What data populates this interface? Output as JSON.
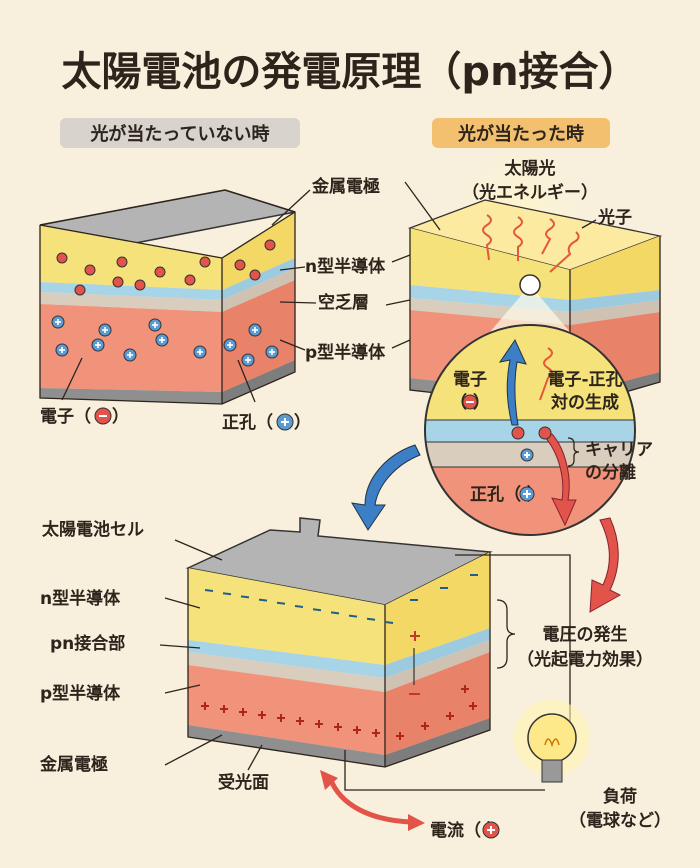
{
  "title": "太陽電池の発電原理（pn接合）",
  "tabs": {
    "dark": "光が当たっていない時",
    "light": "光が当たった時"
  },
  "left": {
    "electrode": "金属電極",
    "n": "n型半導体",
    "depletion": "空乏層",
    "p": "p型半導体",
    "electron": "電子（",
    "hole": "正孔（",
    "close": "）"
  },
  "right": {
    "sun1": "太陽光",
    "sun2": "（光エネルギー）",
    "photon": "光子",
    "electron1": "電子",
    "electron2": "（  ）",
    "pair1": "電子-正孔",
    "pair2": "対の生成",
    "sep1": "キャリア",
    "sep2": "の分離",
    "hole": "正孔（  ）"
  },
  "bottom": {
    "cell": "太陽電池セル",
    "n": "n型半導体",
    "junction": "pn接合部",
    "p": "p型半導体",
    "electrode": "金属電極",
    "surface": "受光面",
    "voltage1": "電圧の発生",
    "voltage2": "（光起電力効果）",
    "load1": "負荷",
    "load2": "（電球など）",
    "current": "電流（  ）"
  },
  "colors": {
    "bg": "#f8f0dc",
    "n": "#f6e27a",
    "depletion": "#a8d4e8",
    "beige": "#d9cdbd",
    "p": "#f0937a",
    "metal": "#8f8f8f",
    "electron": "#e2544a",
    "hole": "#5b9bd5"
  }
}
